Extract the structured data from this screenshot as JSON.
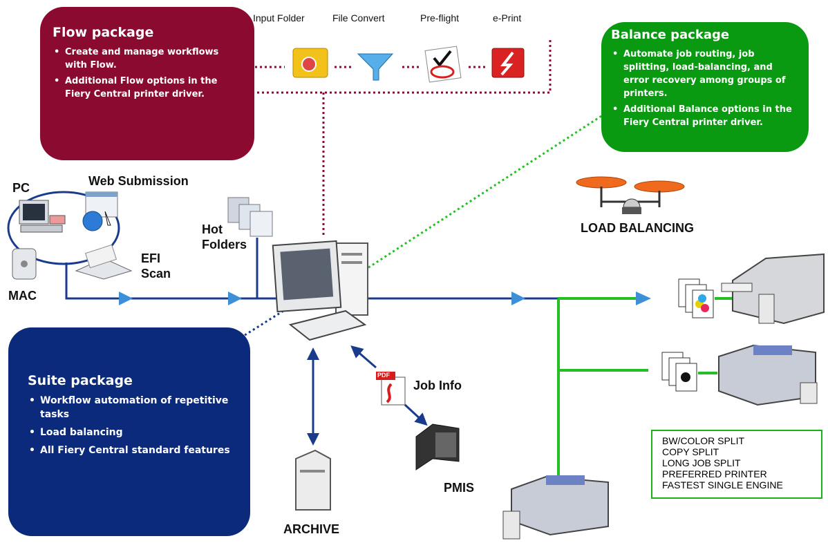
{
  "workflow_steps": [
    "Input Folder",
    "File Convert",
    "Pre-flight",
    "e-Print"
  ],
  "flow_package": {
    "title": "Flow package",
    "items": [
      "Create and manage workflows with Flow.",
      "Additional Flow options in the Fiery Central printer driver."
    ]
  },
  "balance_package": {
    "title": "Balance package",
    "items": [
      "Automate job routing, job splitting, load-balancing, and error recovery among groups of printers.",
      "Additional Balance options in the Fiery Central printer driver."
    ]
  },
  "suite_package": {
    "title": "Suite package",
    "items": [
      "Workflow automation of repetitive tasks",
      "Load balancing",
      "All Fiery Central standard features"
    ]
  },
  "labels": {
    "pc": "PC",
    "web_submission": "Web Submission",
    "mac": "MAC",
    "efi_scan_1": "EFI",
    "efi_scan_2": "Scan",
    "hot_folders_1": "Hot",
    "hot_folders_2": "Folders",
    "load_balancing": "LOAD BALANCING",
    "job_info": "Job Info",
    "pmis": "PMIS",
    "archive": "ARCHIVE",
    "pdf_badge": "PDF"
  },
  "split_options": [
    "BW/COLOR SPLIT",
    "COPY SPLIT",
    "LONG JOB SPLIT",
    "PREFERRED PRINTER",
    "FASTEST SINGLE ENGINE"
  ],
  "colors": {
    "flow": "#8a0b2f",
    "balance": "#0a9a12",
    "suite": "#0c2a7c",
    "connector_blue": "#1a3a8c",
    "connector_green": "#22c022",
    "arrow_fill": "#3d8fd8"
  }
}
